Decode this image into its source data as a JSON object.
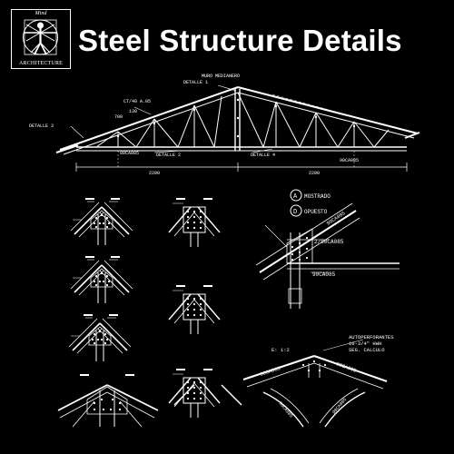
{
  "header": {
    "title": "Steel Structure Details",
    "logo_top": "Mind",
    "logo_bottom": "ARCHITECTURE"
  },
  "truss": {
    "label_muro": "MURO MEDIANERO",
    "label_detalle1": "DETALLE 1",
    "label_detalle3": "DETALLE 3",
    "label_detalle2": "DETALLE 2",
    "label_detalle4": "DETALLE 4",
    "label_ct": "CT/40 A.05",
    "label_700": "700",
    "label_130": "130",
    "label_member_left": "80CA085",
    "label_member_right": "90CA085",
    "label_span_left": "2200",
    "label_span_right": "2200"
  },
  "legend": {
    "circle_a": "A",
    "label_a": "MOSTRADO",
    "circle_d": "D",
    "label_d": "OPUESTO"
  },
  "eave_detail": {
    "label_top": "90CA085",
    "label_mid": "2/90CA085",
    "label_bottom": "90CA085"
  },
  "ridge_detail": {
    "scale": "E: 1:2",
    "note_line1": "AUTOPERFORANTES",
    "note_line2": "10-3/4\" HWH",
    "note_line3": "SEG. CALCULO",
    "label_left": "90CA085",
    "label_right": "90CA085",
    "label_left_web": "90CA085",
    "label_right_web": "90CA085"
  }
}
